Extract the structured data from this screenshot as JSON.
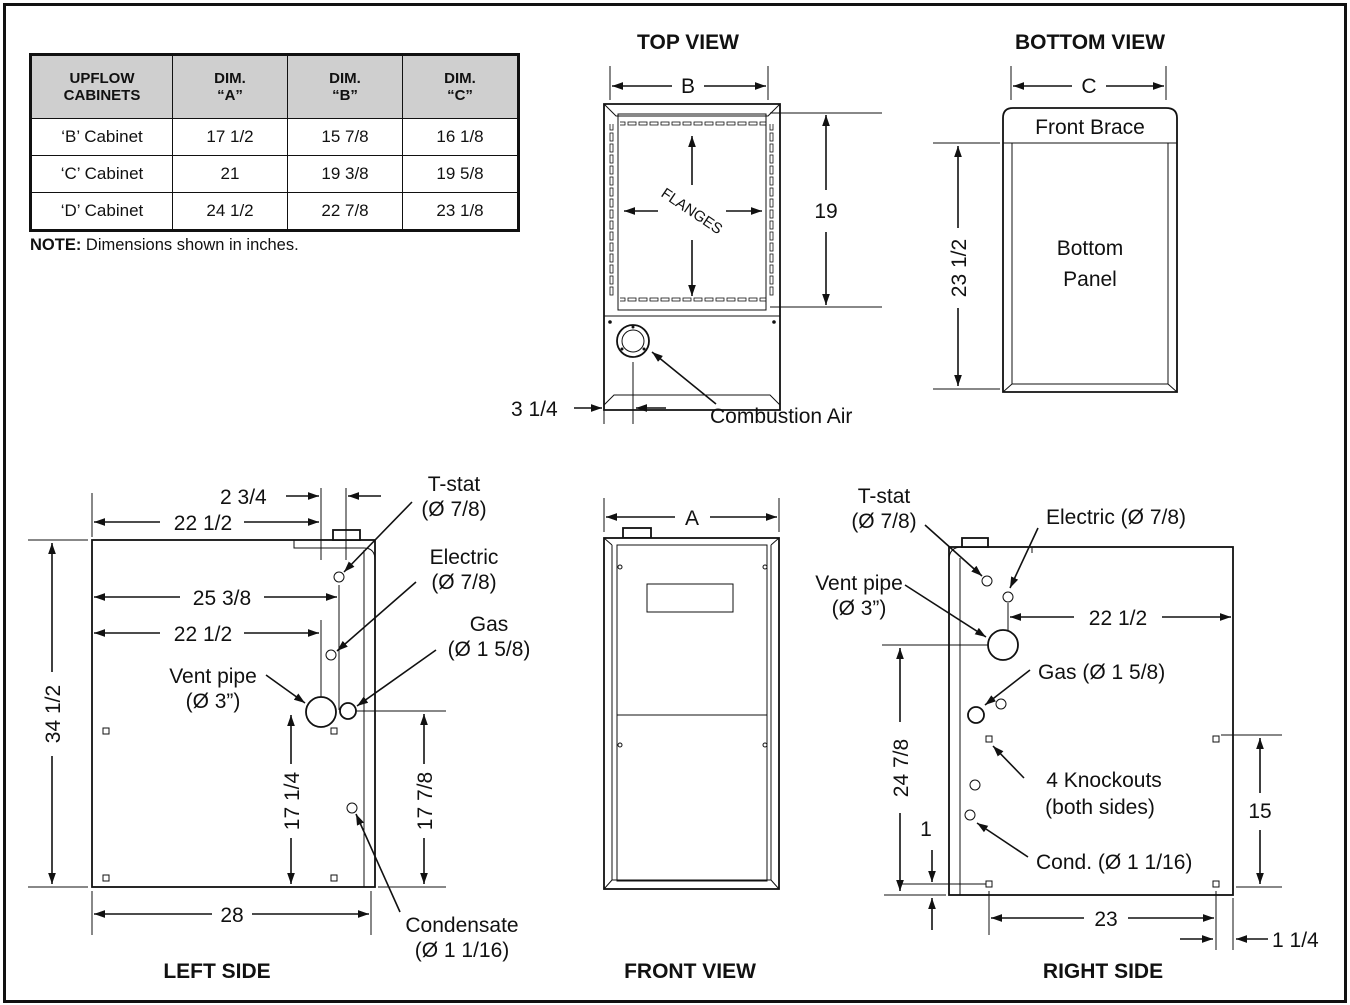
{
  "table": {
    "headers": [
      "UPFLOW\nCABINETS",
      "DIM.\n“A”",
      "DIM.\n“B”",
      "DIM.\n“C”"
    ],
    "rows": [
      [
        "‘B’ Cabinet",
        "17 1/2",
        "15 7/8",
        "16 1/8"
      ],
      [
        "‘C’ Cabinet",
        "21",
        "19 3/8",
        "19 5/8"
      ],
      [
        "‘D’ Cabinet",
        "24 1/2",
        "22 7/8",
        "23 1/8"
      ]
    ]
  },
  "note": {
    "label": "NOTE:",
    "text": " Dimensions shown in inches."
  },
  "views": {
    "top": "TOP VIEW",
    "bottom": "BOTTOM VIEW",
    "left": "LEFT SIDE",
    "front": "FRONT VIEW",
    "right": "RIGHT SIDE"
  },
  "top_view": {
    "dim_b": "B",
    "dim_19": "19",
    "flanges": "FLANGES",
    "dim_314": "3 1/4",
    "combustion_air": "Combustion Air"
  },
  "bottom_view": {
    "dim_c": "C",
    "front_brace": "Front Brace",
    "panel_1": "Bottom",
    "panel_2": "Panel",
    "dim_2312": "23 1/2"
  },
  "left_side": {
    "dim_234": "2 3/4",
    "dim_2212_top": "22 1/2",
    "dim_2538": "25 3/8",
    "dim_2212_mid": "22 1/2",
    "dim_3412": "34 1/2",
    "dim_1714": "17 1/4",
    "dim_1778": "17 7/8",
    "dim_28": "28",
    "tstat_1": "T-stat",
    "tstat_2": "(Ø 7/8)",
    "electric_1": "Electric",
    "electric_2": "(Ø 7/8)",
    "gas_1": "Gas",
    "gas_2": "(Ø 1 5/8)",
    "vent_1": "Vent pipe",
    "vent_2": "(Ø 3”)",
    "cond_1": "Condensate",
    "cond_2": "(Ø 1 1/16)"
  },
  "front_view": {
    "dim_a": "A"
  },
  "right_side": {
    "tstat_1": "T-stat",
    "tstat_2": "(Ø 7/8)",
    "electric": "Electric (Ø 7/8)",
    "vent_1": "Vent pipe",
    "vent_2": "(Ø 3”)",
    "dim_2212": "22 1/2",
    "gas": "Gas (Ø 1 5/8)",
    "dim_2478": "24 7/8",
    "knock_1": "4 Knockouts",
    "knock_2": "(both sides)",
    "dim_1": "1",
    "dim_15": "15",
    "cond": "Cond. (Ø 1 1/16)",
    "dim_23": "23",
    "dim_114": "1 1/4"
  }
}
